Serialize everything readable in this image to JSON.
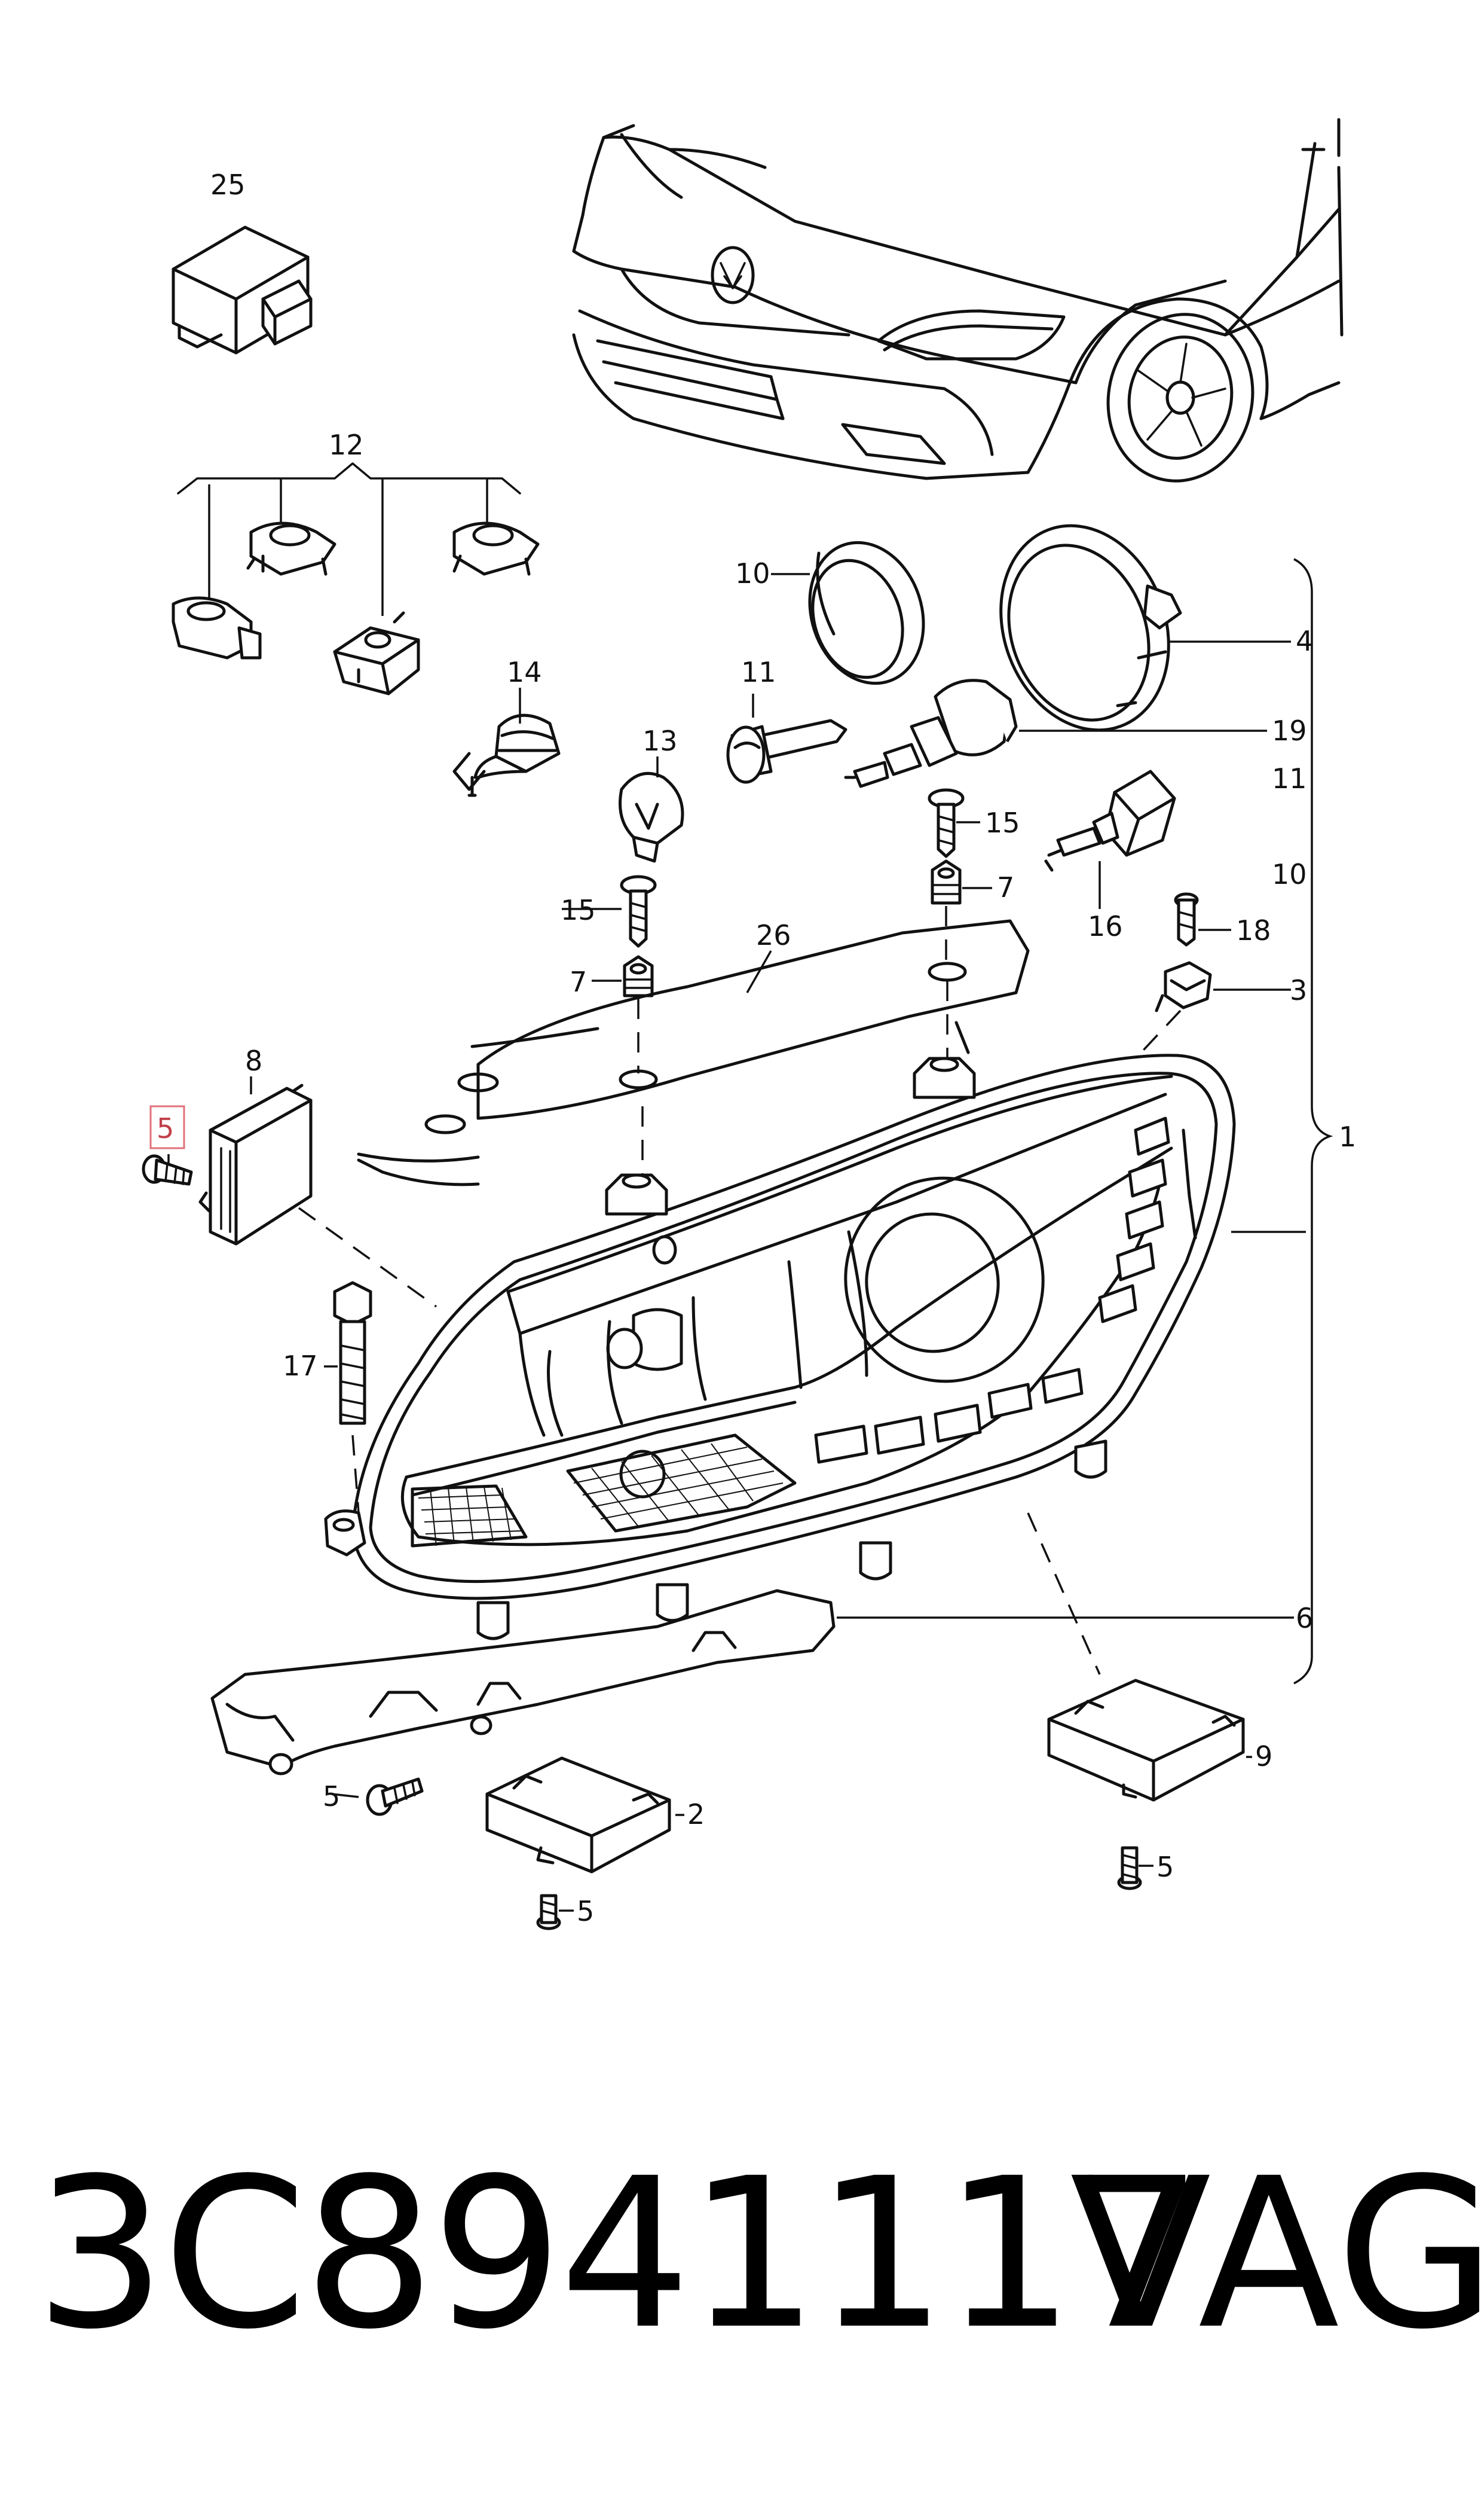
{
  "labels": {
    "l25": "25",
    "l12": "12",
    "l10a": "10",
    "l11a": "11",
    "l14": "14",
    "l13": "13",
    "l4": "4",
    "l19": "19",
    "l11b": "11",
    "l15a": "15",
    "l7a": "7",
    "l10b": "10",
    "l16": "16",
    "l18": "18",
    "l15b": "15",
    "l26": "26",
    "l7b": "7",
    "l3": "3",
    "l8": "8",
    "l5a": "5",
    "l1": "1",
    "l17": "17",
    "l6": "6",
    "l5b": "5",
    "l2": "2",
    "l9": "9",
    "l5c": "5",
    "l5d": "5"
  },
  "highlight_color": "#e0707a",
  "footer": {
    "part_number": "3C8941117",
    "brand": "VAG"
  }
}
